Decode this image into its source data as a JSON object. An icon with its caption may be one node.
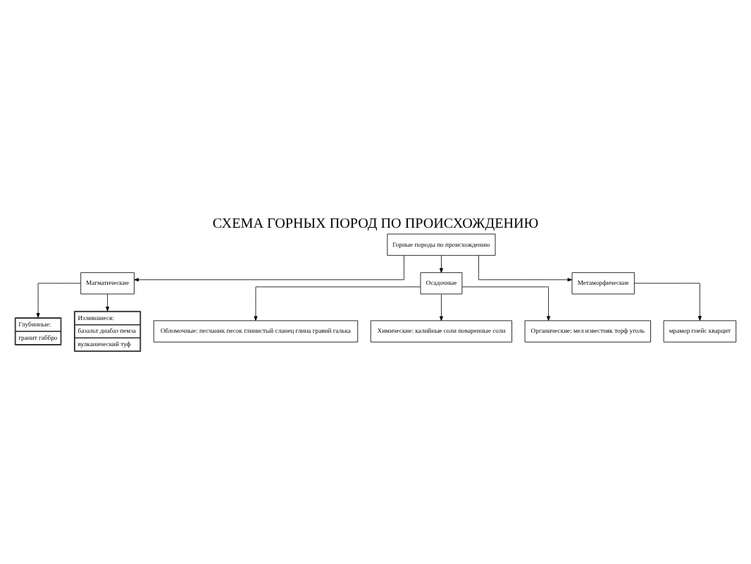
{
  "diagram": {
    "title": "СХЕМА ГОРНЫХ ПОРОД ПО ПРОИСХОЖДЕНИЮ",
    "nodes": [
      {
        "text": [
          "Горные породы по происхождению"
        ]
      },
      {
        "text": [
          "Магматические"
        ]
      },
      {
        "text": [
          "Осадочные"
        ]
      },
      {
        "text": [
          "Метаморфические"
        ]
      },
      {
        "text": [
          "Глубинные:",
          "гранит габбро"
        ]
      },
      {
        "text": [
          "Излившиеся:",
          "базальт диабаз пемза",
          "вулканический туф"
        ]
      },
      {
        "text": [
          "Обломочные: песчаник песок глинистый сланец глина гравий галька"
        ]
      },
      {
        "text": [
          "Химические: калийные соли поваренные соли"
        ]
      },
      {
        "text": [
          "Органические: мел известняк торф уголь"
        ]
      },
      {
        "text": [
          "мрамор гнейс кварцит"
        ]
      }
    ],
    "edges": [
      {
        "from": 0,
        "to": 1,
        "arrow": "to"
      },
      {
        "from": 0,
        "to": 2,
        "arrow": "to"
      },
      {
        "from": 0,
        "to": 3,
        "arrow": "to"
      },
      {
        "from": 1,
        "to": 4,
        "arrow": "to"
      },
      {
        "from": 1,
        "to": 5,
        "arrow": "to"
      },
      {
        "from": 2,
        "to": 6,
        "arrow": "to"
      },
      {
        "from": 2,
        "to": 7,
        "arrow": "to"
      },
      {
        "from": 2,
        "to": 8,
        "arrow": "to"
      },
      {
        "from": 3,
        "to": 9,
        "arrow": "to"
      }
    ]
  }
}
